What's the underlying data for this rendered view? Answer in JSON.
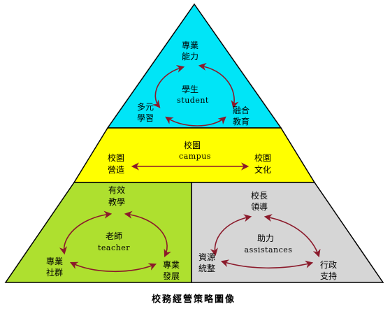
{
  "colors": {
    "top": "#00e5f7",
    "middle": "#ffff00",
    "bottom_left": "#aee02f",
    "bottom_right": "#d6d6d6",
    "outline": "#000000",
    "arrow": "#8b1a2b"
  },
  "top": {
    "center_zh": "學生",
    "center_en": "student",
    "top_zh_1": "專業",
    "top_zh_2": "能力",
    "left_zh_1": "多元",
    "left_zh_2": "學習",
    "right_zh_1": "融合",
    "right_zh_2": "教育"
  },
  "middle": {
    "center_zh": "校園",
    "center_en": "campus",
    "left_zh_1": "校園",
    "left_zh_2": "營造",
    "right_zh_1": "校園",
    "right_zh_2": "文化"
  },
  "bottom_left": {
    "center_zh": "老師",
    "center_en": "teacher",
    "top_zh_1": "有效",
    "top_zh_2": "教學",
    "left_zh_1": "專業",
    "left_zh_2": "社群",
    "right_zh_1": "專業",
    "right_zh_2": "發展"
  },
  "bottom_right": {
    "center_zh": "助力",
    "center_en": "assistances",
    "top_zh_1": "校長",
    "top_zh_2": "領導",
    "left_zh_1": "資源",
    "left_zh_2": "統整",
    "right_zh_1": "行政",
    "right_zh_2": "支持"
  },
  "caption": "校務經營策略圖像"
}
